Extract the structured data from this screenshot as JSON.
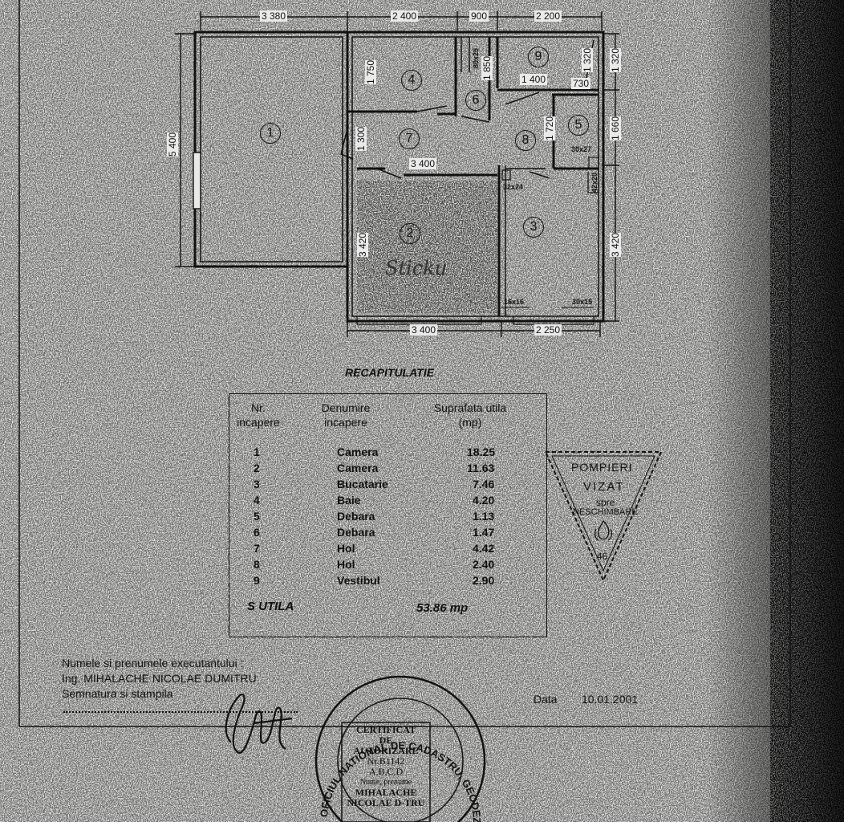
{
  "plan": {
    "top_dims": [
      "3 380",
      "2 400",
      "900",
      "2 200"
    ],
    "bottom_dims": [
      "3 400",
      "2 250"
    ],
    "left_dim": "5 400",
    "right_dims": [
      "1 320",
      "1 660",
      "3 420"
    ],
    "inner_dims": {
      "d1750": "1 750",
      "d1850": "1 850",
      "d1320": "1 320",
      "d1400": "1 400",
      "d730": "730",
      "d1300": "1 300",
      "d1720": "1 720",
      "d3400": "3 400",
      "d3420": "3 420"
    },
    "small_labels": {
      "s80x25": "80x25",
      "s30x27": "30x27",
      "s32x24": "32x24",
      "s42x20": "42x20",
      "s16x16": "16x16",
      "s30x15": "30x15"
    },
    "rooms": [
      "1",
      "2",
      "3",
      "4",
      "5",
      "6",
      "7",
      "8",
      "9"
    ],
    "handwriting": "Sticku"
  },
  "summary": {
    "title": "RECAPITULATIE",
    "headers": {
      "nr_line1": "Nr.",
      "nr_line2": "incapere",
      "name_line1": "Denumire",
      "name_line2": "incapere",
      "area_line1": "Suprafata utila",
      "area_line2": "(mp)"
    },
    "rows": [
      {
        "nr": "1",
        "name": "Camera",
        "area": "18.25"
      },
      {
        "nr": "2",
        "name": "Camera",
        "area": "11.63"
      },
      {
        "nr": "3",
        "name": "Bucatarie",
        "area": "7.46"
      },
      {
        "nr": "4",
        "name": "Baie",
        "area": "4.20"
      },
      {
        "nr": "5",
        "name": "Debara",
        "area": "1.13"
      },
      {
        "nr": "6",
        "name": "Debara",
        "area": "1.47"
      },
      {
        "nr": "7",
        "name": "Hol",
        "area": "4.42"
      },
      {
        "nr": "8",
        "name": "Hol",
        "area": "2.40"
      },
      {
        "nr": "9",
        "name": "Vestibul",
        "area": "2.90"
      }
    ],
    "total_label": "S  UTILA",
    "total_value": "53.86 mp"
  },
  "fire_stamp": {
    "line1": "POMPIERI",
    "line2": "VIZAT",
    "line3": "spre",
    "line4": "NESCHIMBARE",
    "number": "46"
  },
  "footer": {
    "executant_label": "Numele si prenumele executantului :",
    "executant_name": "Ing. MIHALACHE NICOLAE DUMITRU",
    "signature_label": "Semnatura si stampila",
    "date_label": "Data",
    "date_value": "10.01.2001"
  },
  "cert_stamp": {
    "ring_text": "OFICIUL NATIONAL DE CADASTRU, GEODEZIE SI CARTOGRAFIE",
    "lines": [
      "CERTIFICAT",
      "DE",
      "AUTORIZARE",
      "Nr.B1142",
      "A,B,C,D",
      "Nume, prenume",
      "MIHALACHE",
      "NICOLAE D-TRU"
    ]
  },
  "colors": {
    "ink": "#111111",
    "paper": "#e9e9e7",
    "noise": "#1a1a1a"
  }
}
